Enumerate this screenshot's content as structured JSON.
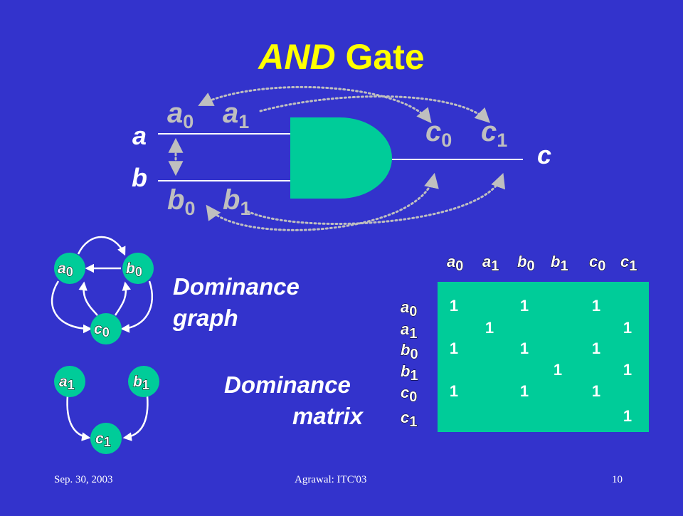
{
  "slide": {
    "title_italic": "AND",
    "title_rest": " Gate",
    "colors": {
      "background": "#3333cc",
      "title": "#ffff00",
      "gate": "#00cc99",
      "label_gray": "#bfbfbf",
      "white": "#ffffff",
      "black": "#000000"
    }
  },
  "circuit": {
    "input_a": "a",
    "input_b": "b",
    "output_c": "c",
    "faults": {
      "a0": {
        "base": "a",
        "sub": "0"
      },
      "a1": {
        "base": "a",
        "sub": "1"
      },
      "b0": {
        "base": "b",
        "sub": "0"
      },
      "b1": {
        "base": "b",
        "sub": "1"
      },
      "c0": {
        "base": "c",
        "sub": "0"
      },
      "c1": {
        "base": "c",
        "sub": "1"
      }
    },
    "gate_icon": "and-gate-icon"
  },
  "graph": {
    "label_line1": "Dominance",
    "label_line2": "graph",
    "nodes": {
      "a0": {
        "base": "a",
        "sub": "0"
      },
      "b0": {
        "base": "b",
        "sub": "0"
      },
      "c0": {
        "base": "c",
        "sub": "0"
      },
      "a1": {
        "base": "a",
        "sub": "1"
      },
      "b1": {
        "base": "b",
        "sub": "1"
      },
      "c1": {
        "base": "c",
        "sub": "1"
      }
    }
  },
  "matrix": {
    "label_line1": "Dominance",
    "label_line2": "matrix",
    "headers": [
      {
        "base": "a",
        "sub": "0"
      },
      {
        "base": "a",
        "sub": "1"
      },
      {
        "base": "b",
        "sub": "0"
      },
      {
        "base": "b",
        "sub": "1"
      },
      {
        "base": "c",
        "sub": "0"
      },
      {
        "base": "c",
        "sub": "1"
      }
    ],
    "cells": [
      [
        "1",
        "",
        "1",
        "",
        "1",
        ""
      ],
      [
        "",
        "1",
        "",
        "",
        "",
        "1"
      ],
      [
        "1",
        "",
        "1",
        "",
        "1",
        ""
      ],
      [
        "",
        "",
        "",
        "1",
        "",
        "1"
      ],
      [
        "1",
        "",
        "1",
        "",
        "1",
        ""
      ],
      [
        "",
        "",
        "",
        "",
        "",
        "1"
      ]
    ]
  },
  "footer": {
    "date": "Sep. 30, 2003",
    "author": "Agrawal: ITC'03",
    "page": "10"
  }
}
